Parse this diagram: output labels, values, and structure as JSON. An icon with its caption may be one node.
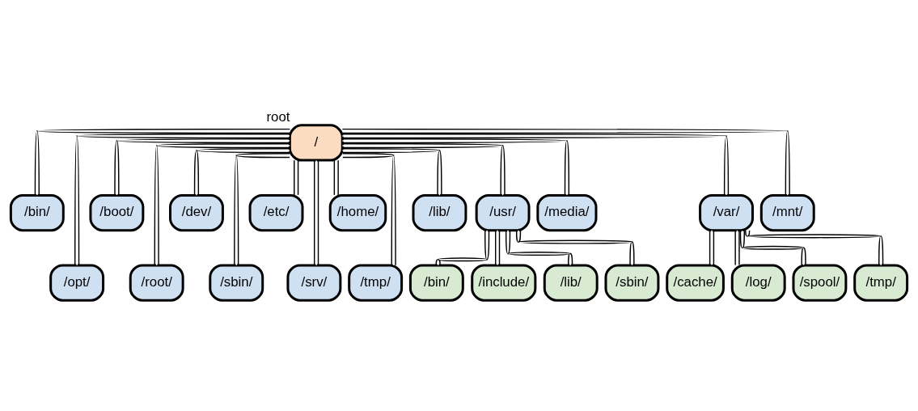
{
  "diagram": {
    "nodes": [
      {
        "text": [
          "/"
        ],
        "beside": [
          "root"
        ]
      },
      {
        "text": [
          "/bin/"
        ]
      },
      {
        "text": [
          "/opt/"
        ]
      },
      {
        "text": [
          "/boot/"
        ]
      },
      {
        "text": [
          "/root/"
        ]
      },
      {
        "text": [
          "/dev/"
        ]
      },
      {
        "text": [
          "/sbin/"
        ]
      },
      {
        "text": [
          "/etc/"
        ]
      },
      {
        "text": [
          "/srv/"
        ]
      },
      {
        "text": [
          "/home/"
        ]
      },
      {
        "text": [
          "/tmp/"
        ]
      },
      {
        "text": [
          "/lib/"
        ]
      },
      {
        "text": [
          "/usr/"
        ]
      },
      {
        "text": [
          "/media/"
        ]
      },
      {
        "text": [
          "/var/"
        ]
      },
      {
        "text": [
          "/mnt/"
        ]
      },
      {
        "text": [
          "/bin/"
        ]
      },
      {
        "text": [
          "/include/"
        ]
      },
      {
        "text": [
          "/lib/"
        ]
      },
      {
        "text": [
          "/sbin/"
        ]
      },
      {
        "text": [
          "/cache/"
        ]
      },
      {
        "text": [
          "/log/"
        ]
      },
      {
        "text": [
          "/spool/"
        ]
      },
      {
        "text": [
          "/tmp/"
        ]
      }
    ],
    "edges": [
      {
        "from": 0,
        "to": 1,
        "arrow": "none"
      },
      {
        "from": 0,
        "to": 2,
        "arrow": "none"
      },
      {
        "from": 0,
        "to": 3,
        "arrow": "none"
      },
      {
        "from": 0,
        "to": 4,
        "arrow": "none"
      },
      {
        "from": 0,
        "to": 5,
        "arrow": "none"
      },
      {
        "from": 0,
        "to": 6,
        "arrow": "none"
      },
      {
        "from": 0,
        "to": 7,
        "arrow": "none"
      },
      {
        "from": 0,
        "to": 8,
        "arrow": "none"
      },
      {
        "from": 0,
        "to": 9,
        "arrow": "none"
      },
      {
        "from": 0,
        "to": 10,
        "arrow": "none"
      },
      {
        "from": 0,
        "to": 11,
        "arrow": "none"
      },
      {
        "from": 0,
        "to": 12,
        "arrow": "none"
      },
      {
        "from": 0,
        "to": 13,
        "arrow": "none"
      },
      {
        "from": 0,
        "to": 14,
        "arrow": "none"
      },
      {
        "from": 0,
        "to": 15,
        "arrow": "none"
      },
      {
        "from": 12,
        "to": 16,
        "arrow": "none"
      },
      {
        "from": 12,
        "to": 17,
        "arrow": "none"
      },
      {
        "from": 12,
        "to": 18,
        "arrow": "none"
      },
      {
        "from": 12,
        "to": 19,
        "arrow": "none"
      },
      {
        "from": 14,
        "to": 20,
        "arrow": "none"
      },
      {
        "from": 14,
        "to": 21,
        "arrow": "none"
      },
      {
        "from": 14,
        "to": 22,
        "arrow": "none"
      },
      {
        "from": 14,
        "to": 23,
        "arrow": "none"
      }
    ]
  }
}
